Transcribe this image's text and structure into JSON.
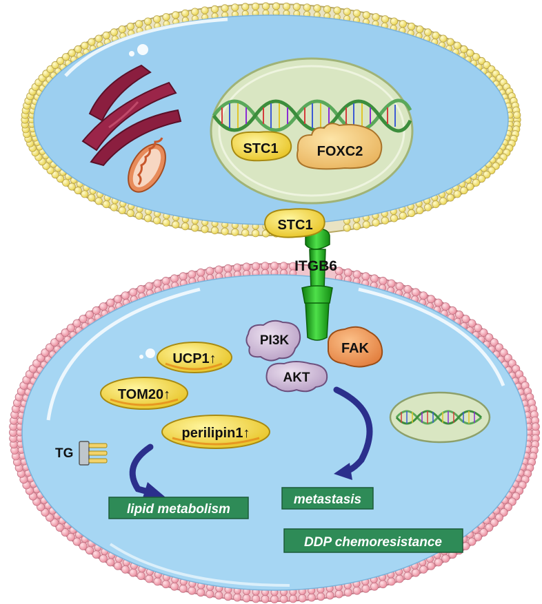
{
  "labels": {
    "stc1_nucleus": "STC1",
    "foxc2": "FOXC2",
    "stc1_secreted": "STC1",
    "itgb6": "ITGB6",
    "pi3k": "PI3K",
    "fak": "FAK",
    "akt": "AKT",
    "ucp1": "UCP1↑",
    "tom20": "TOM20↑",
    "perilipin1": "perilipin1↑",
    "tg": "TG"
  },
  "outcomes": {
    "lipid_metabolism": "lipid metabolism",
    "metastasis": "metastasis",
    "ddp_chemoresistance": "DDP chemoresistance"
  },
  "colors": {
    "top_membrane_head": "#f5ea7a",
    "bottom_membrane_head": "#f3a7b3",
    "cytoplasm": "#a6d6f3",
    "nucleus": "#d9e6c2",
    "itgb6": "#25b51e",
    "outcome_box": "#2e8b57",
    "arrow": "#2b2f8c"
  },
  "icons": [
    "golgi-icon",
    "mitochondrion-icon",
    "dna-helix-icon",
    "arrow-icon"
  ]
}
